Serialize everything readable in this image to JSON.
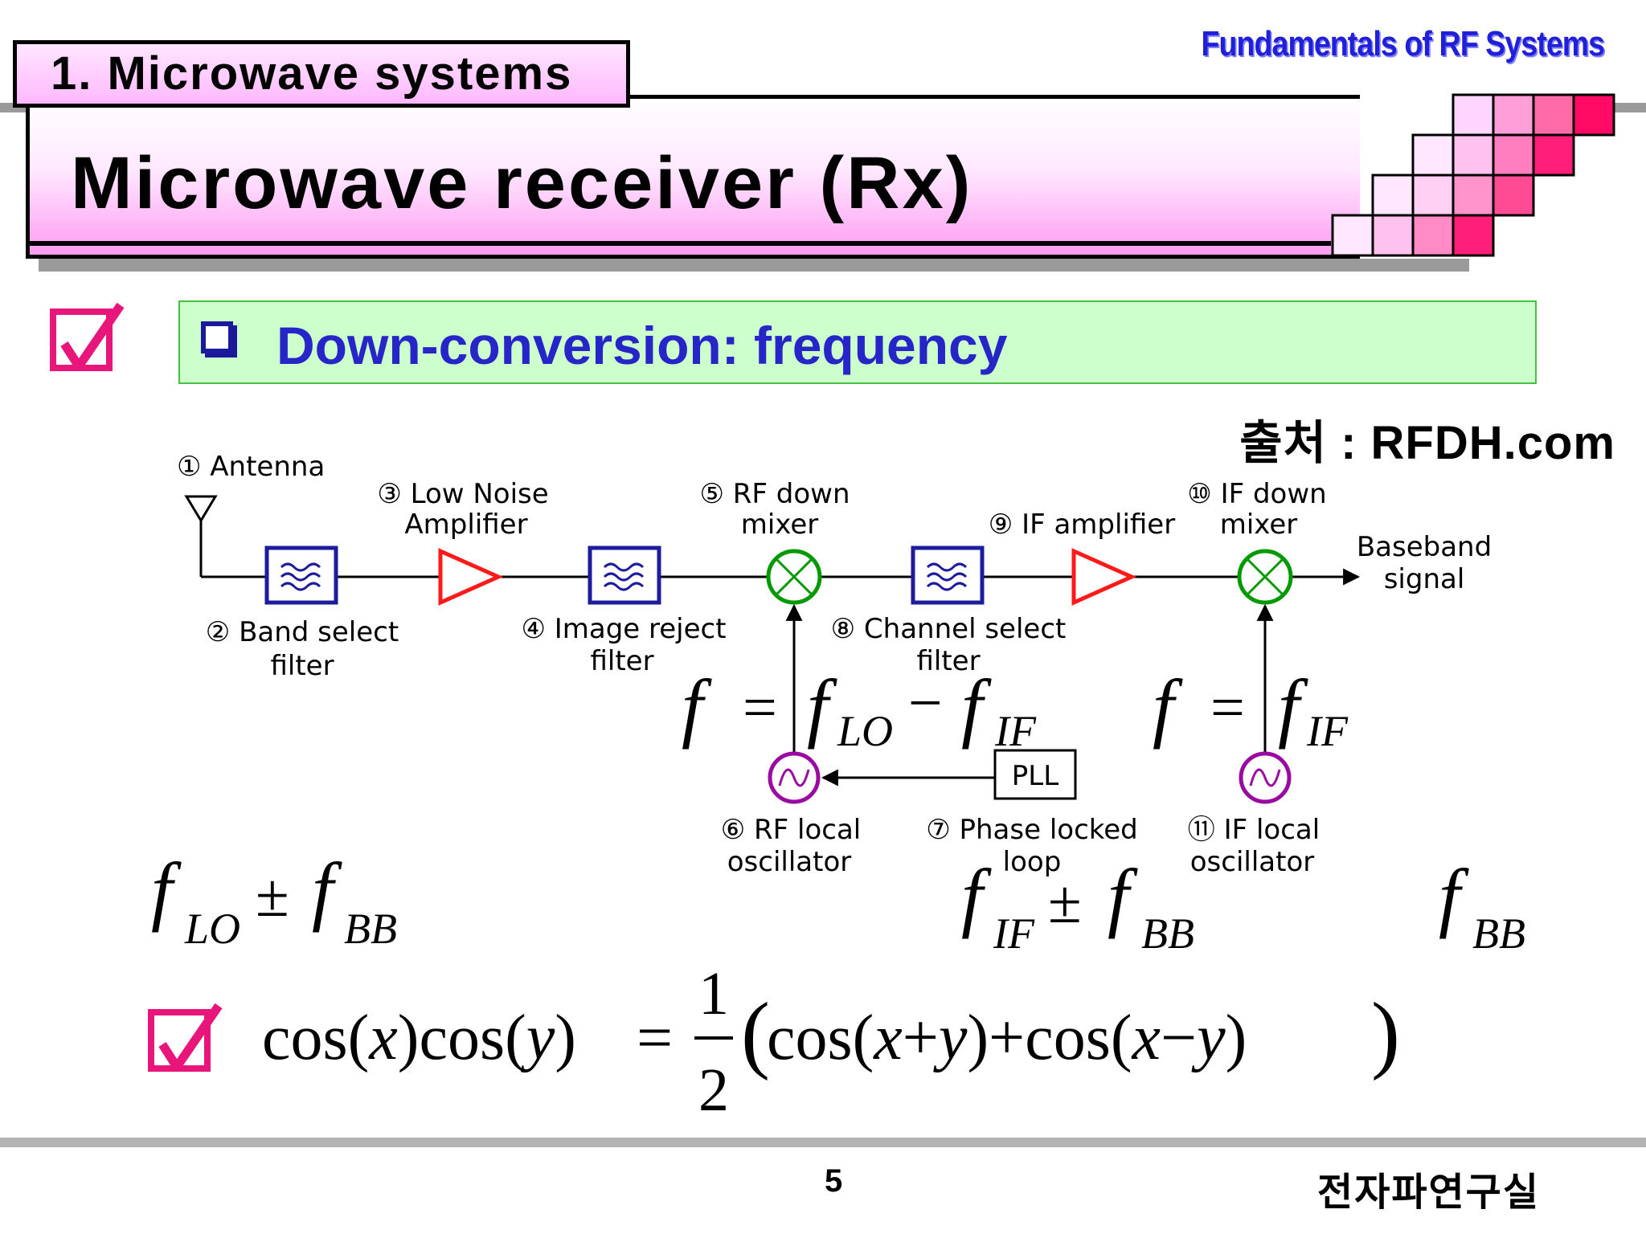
{
  "header": {
    "section": "1. Microwave systems",
    "brand": "Fundamentals of RF Systems",
    "title": "Microwave receiver (Rx)"
  },
  "colors": {
    "accent_pink": "#e8157a",
    "title_blue": "#2626c8",
    "topic_bar_bg": "#ccffcc",
    "filter_blue": "#1c1c9c",
    "amp_red": "#ff1a1a",
    "mixer_green": "#009a00",
    "osc_purple": "#9a0aa0"
  },
  "topic": {
    "text": "Down-conversion: frequency",
    "bullet_icon": "square-bullet-icon",
    "check_icon": "checkbox-checked-icon"
  },
  "source": "출처 : RFDH.com",
  "diagram": {
    "blocks": {
      "antenna": [
        "① Antenna"
      ],
      "band_filter": [
        "② Band select",
        "filter"
      ],
      "lna": [
        "③ Low Noise",
        "Amplifier"
      ],
      "image_filter": [
        "④ Image reject",
        "filter"
      ],
      "rf_mixer": [
        "⑤ RF down",
        "mixer"
      ],
      "rf_lo": [
        "⑥ RF local",
        "oscillator"
      ],
      "pll": [
        "⑦ Phase locked",
        "loop"
      ],
      "channel_filter": [
        "⑧ Channel select",
        "filter"
      ],
      "if_amp": [
        "⑨ IF amplifier"
      ],
      "if_mixer": [
        "⑩ IF down",
        "mixer"
      ],
      "if_lo": [
        "⑪ IF local",
        "oscillator"
      ],
      "baseband": [
        "Baseband",
        "signal"
      ]
    },
    "pll_box_label": "PLL"
  },
  "equations": {
    "rf_lo_freq": "f = f_LO − f_IF",
    "if_lo_freq": "f = f_IF",
    "rf_input": "f_LO ± f_BB",
    "if_output": "f_IF ± f_BB",
    "baseband": "f_BB",
    "identity": "cos(x)cos(y) = 1/2 (cos(x+y) + cos(x−y))"
  },
  "footer": {
    "page": "5",
    "lab": "전자파연구실"
  }
}
